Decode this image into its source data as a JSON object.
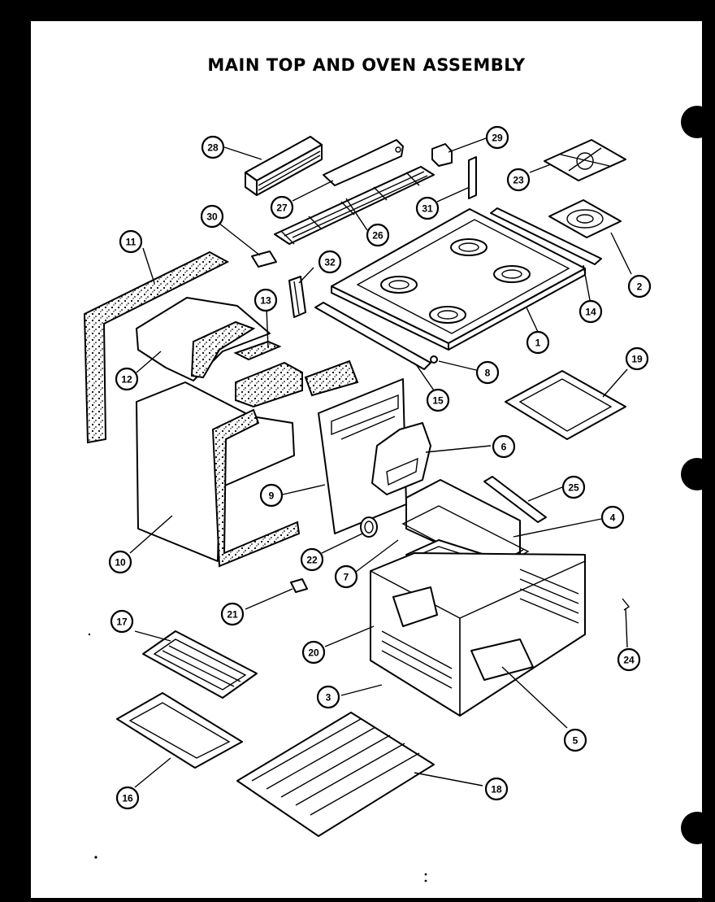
{
  "title": "MAIN TOP AND OVEN ASSEMBLY",
  "callouts": [
    {
      "label": "1"
    },
    {
      "label": "2"
    },
    {
      "label": "3"
    },
    {
      "label": "4"
    },
    {
      "label": "5"
    },
    {
      "label": "6"
    },
    {
      "label": "7"
    },
    {
      "label": "8"
    },
    {
      "label": "9"
    },
    {
      "label": "10"
    },
    {
      "label": "11"
    },
    {
      "label": "12"
    },
    {
      "label": "13"
    },
    {
      "label": "14"
    },
    {
      "label": "15"
    },
    {
      "label": "16"
    },
    {
      "label": "17"
    },
    {
      "label": "18"
    },
    {
      "label": "19"
    },
    {
      "label": "20"
    },
    {
      "label": "21"
    },
    {
      "label": "22"
    },
    {
      "label": "23"
    },
    {
      "label": "24"
    },
    {
      "label": "25"
    },
    {
      "label": "26"
    },
    {
      "label": "27"
    },
    {
      "label": "28"
    },
    {
      "label": "29"
    },
    {
      "label": "30"
    },
    {
      "label": "31"
    },
    {
      "label": "32"
    }
  ]
}
